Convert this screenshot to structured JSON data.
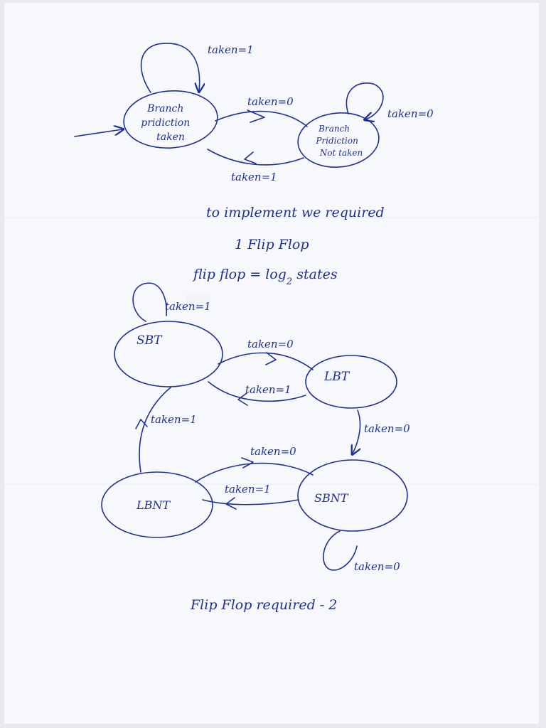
{
  "colors": {
    "ink": "#1f2f9a",
    "paper": "#f7f8fc"
  },
  "diagram1": {
    "state_taken": [
      "Branch",
      "pridiction",
      "taken"
    ],
    "state_not_taken": [
      "Branch",
      "Pridiction",
      "Not taken"
    ],
    "self_loop_taken": "taken=1",
    "taken_to_not_taken": "taken=0",
    "self_loop_not_taken": "taken=0",
    "not_taken_to_taken": "taken=1"
  },
  "notes": {
    "line1": "to implement we required",
    "line2": "1 Flip Flop",
    "line3_prefix": "flip flop = log",
    "line3_sub": "2",
    "line3_suffix": " states"
  },
  "diagram2": {
    "sbt": "SBT",
    "lbt": "LBT",
    "lbnt": "LBNT",
    "sbnt": "SBNT",
    "self_loop_sbt": "taken=1",
    "sbt_to_lbt": "taken=0",
    "lbt_to_sbt": "taken=1",
    "lbt_to_sbnt": "taken=0",
    "lbnt_to_sbt": "taken=1",
    "lbnt_to_sbnt": "taken=0",
    "sbnt_to_lbnt": "taken=1",
    "self_loop_sbnt": "taken=0"
  },
  "footer": "Flip Flop required - 2"
}
